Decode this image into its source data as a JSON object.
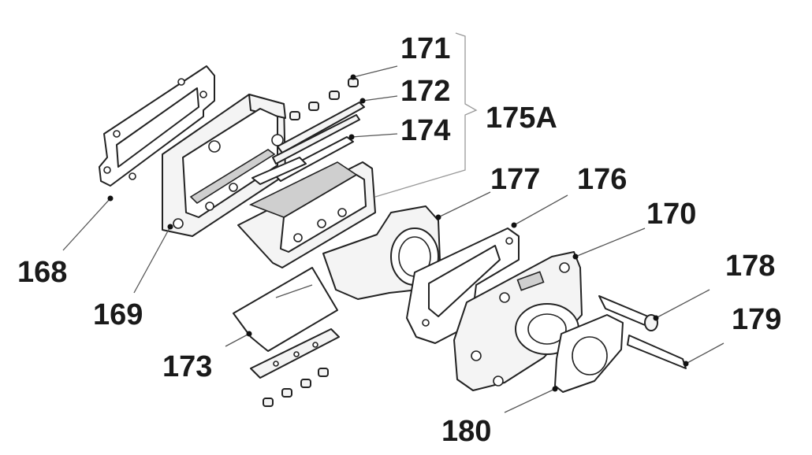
{
  "labels": {
    "l168": "168",
    "l169": "169",
    "l170": "170",
    "l171": "171",
    "l172": "172",
    "l173": "173",
    "l174": "174",
    "l175a": "175A",
    "l176": "176",
    "l177": "177",
    "l178": "178",
    "l179": "179",
    "l180": "180"
  }
}
